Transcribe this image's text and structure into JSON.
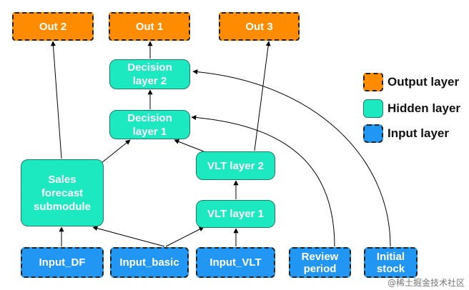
{
  "nodes": {
    "out2": "Out 2",
    "out1": "Out 1",
    "out3": "Out 3",
    "decision2": [
      "Decision",
      "layer 2"
    ],
    "decision1": [
      "Decision",
      "layer 1"
    ],
    "sales": [
      "Sales",
      "forecast",
      "submodule"
    ],
    "vlt2": "VLT layer 2",
    "vlt1": "VLT layer 1",
    "input_df": "Input_DF",
    "input_basic": "Input_basic",
    "input_vlt": "Input_VLT",
    "review": [
      "Review",
      "period"
    ],
    "initial": [
      "Initial",
      "stock"
    ]
  },
  "legend": {
    "output": "Output layer",
    "hidden": "Hidden layer",
    "input": "Input layer"
  },
  "colors": {
    "output": "#FF8C00",
    "hidden": "#1DE9C0",
    "input": "#2196F3"
  },
  "watermark": "@稀土掘金技术社区"
}
